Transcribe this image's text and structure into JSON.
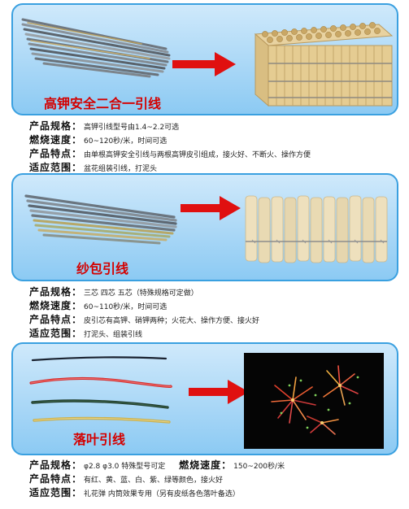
{
  "sections": [
    {
      "title": "高钾安全二合一引线",
      "rows": [
        {
          "label": "产品规格：",
          "value": "高钾引线型号由1.4~2.2可选"
        },
        {
          "label": "燃烧速度：",
          "value": "60~120秒/米，时间可选"
        },
        {
          "label": "产品特点：",
          "value": "由单根高钾安全引线与两根高钾皮引组成，接火好、不断火、操作方便"
        },
        {
          "label": "适应范围：",
          "value": "盆花组装引线，打泥头"
        }
      ]
    },
    {
      "title": "纱包引线",
      "rows": [
        {
          "label": "产品规格：",
          "value": "三芯  四芯  五芯（特殊规格可定做）"
        },
        {
          "label": "燃烧速度：",
          "value": "60~110秒/米，时间可选"
        },
        {
          "label": "产品特点：",
          "value": "皮引芯有高钾、硝钾两种；火花大、操作方便、接火好"
        },
        {
          "label": "适应范围：",
          "value": "打泥头、组装引线"
        }
      ]
    },
    {
      "title": "落叶引线",
      "row1": {
        "label": "产品规格：",
        "value": "φ2.8  φ3.0 特殊型号可定",
        "label2": "燃烧速度：",
        "value2": "150~200秒/米"
      },
      "rows": [
        {
          "label": "产品特点：",
          "value": "有红、黄、蓝、白、紫、绿等颜色，接火好"
        },
        {
          "label": "适应范围：",
          "value": "礼花弹 内筒效果专用（另有皮纸各色落叶备选）"
        }
      ]
    }
  ]
}
